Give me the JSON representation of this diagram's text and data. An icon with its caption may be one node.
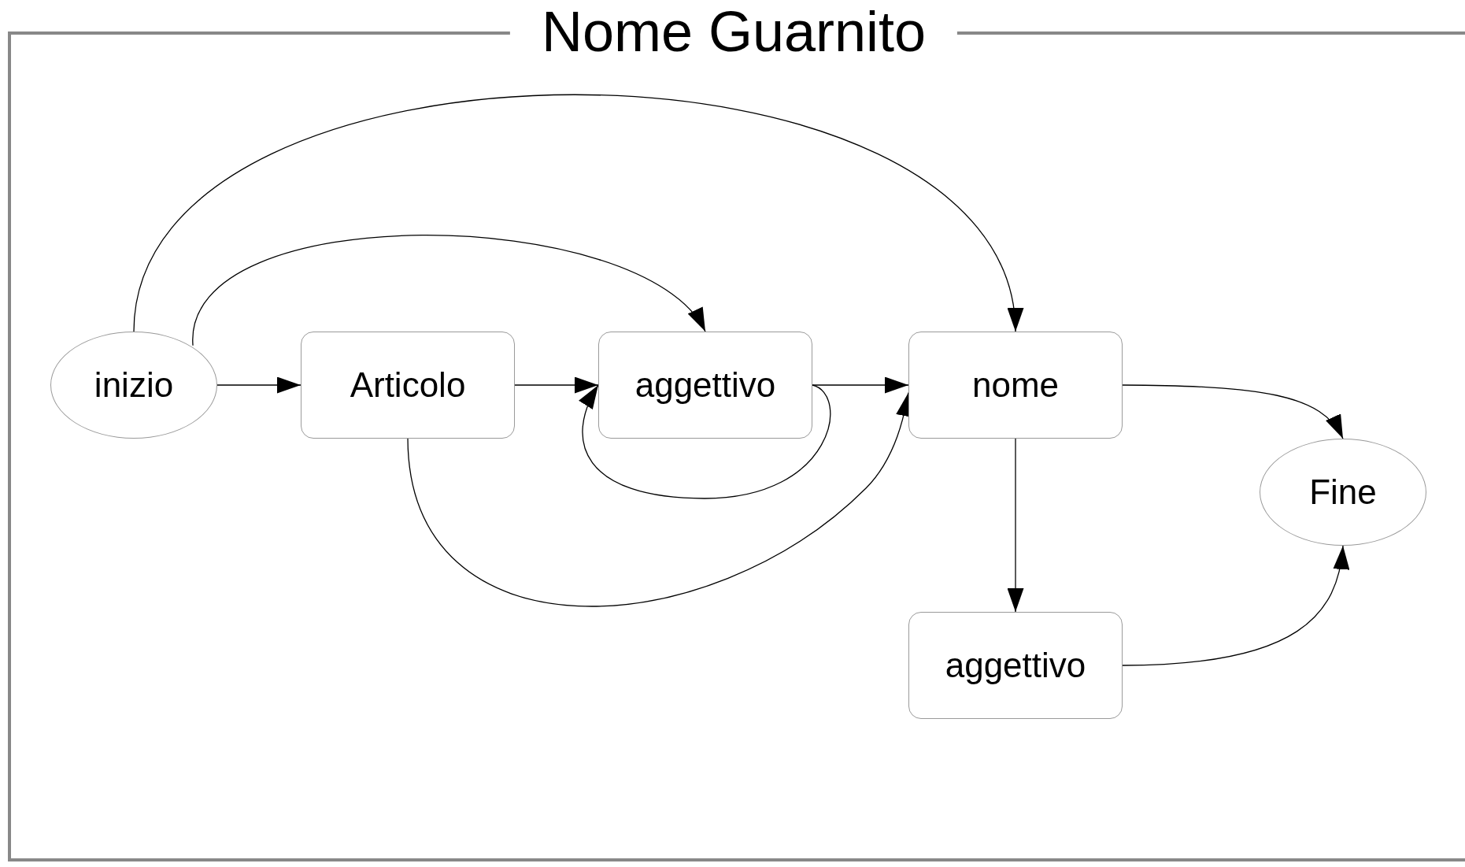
{
  "diagram": {
    "title": "Nome Guarnito",
    "nodes": [
      {
        "text": [
          "inizio"
        ]
      },
      {
        "text": [
          "Articolo"
        ]
      },
      {
        "text": [
          "aggettivo"
        ]
      },
      {
        "text": [
          "nome"
        ]
      },
      {
        "text": [
          "Fine"
        ]
      },
      {
        "text": [
          "aggettivo"
        ]
      }
    ],
    "edges": [
      {
        "from": 0,
        "to": 1,
        "arrow": "to"
      },
      {
        "from": 0,
        "to": 2,
        "arrow": "to"
      },
      {
        "from": 0,
        "to": 3,
        "arrow": "to"
      },
      {
        "from": 1,
        "to": 2,
        "arrow": "to"
      },
      {
        "from": 1,
        "to": 3,
        "arrow": "to"
      },
      {
        "from": 2,
        "to": 3,
        "arrow": "to"
      },
      {
        "from": 2,
        "to": 2,
        "arrow": "to"
      },
      {
        "from": 3,
        "to": 4,
        "arrow": "to"
      },
      {
        "from": 3,
        "to": 5,
        "arrow": "to"
      },
      {
        "from": 5,
        "to": 4,
        "arrow": "to"
      }
    ]
  }
}
